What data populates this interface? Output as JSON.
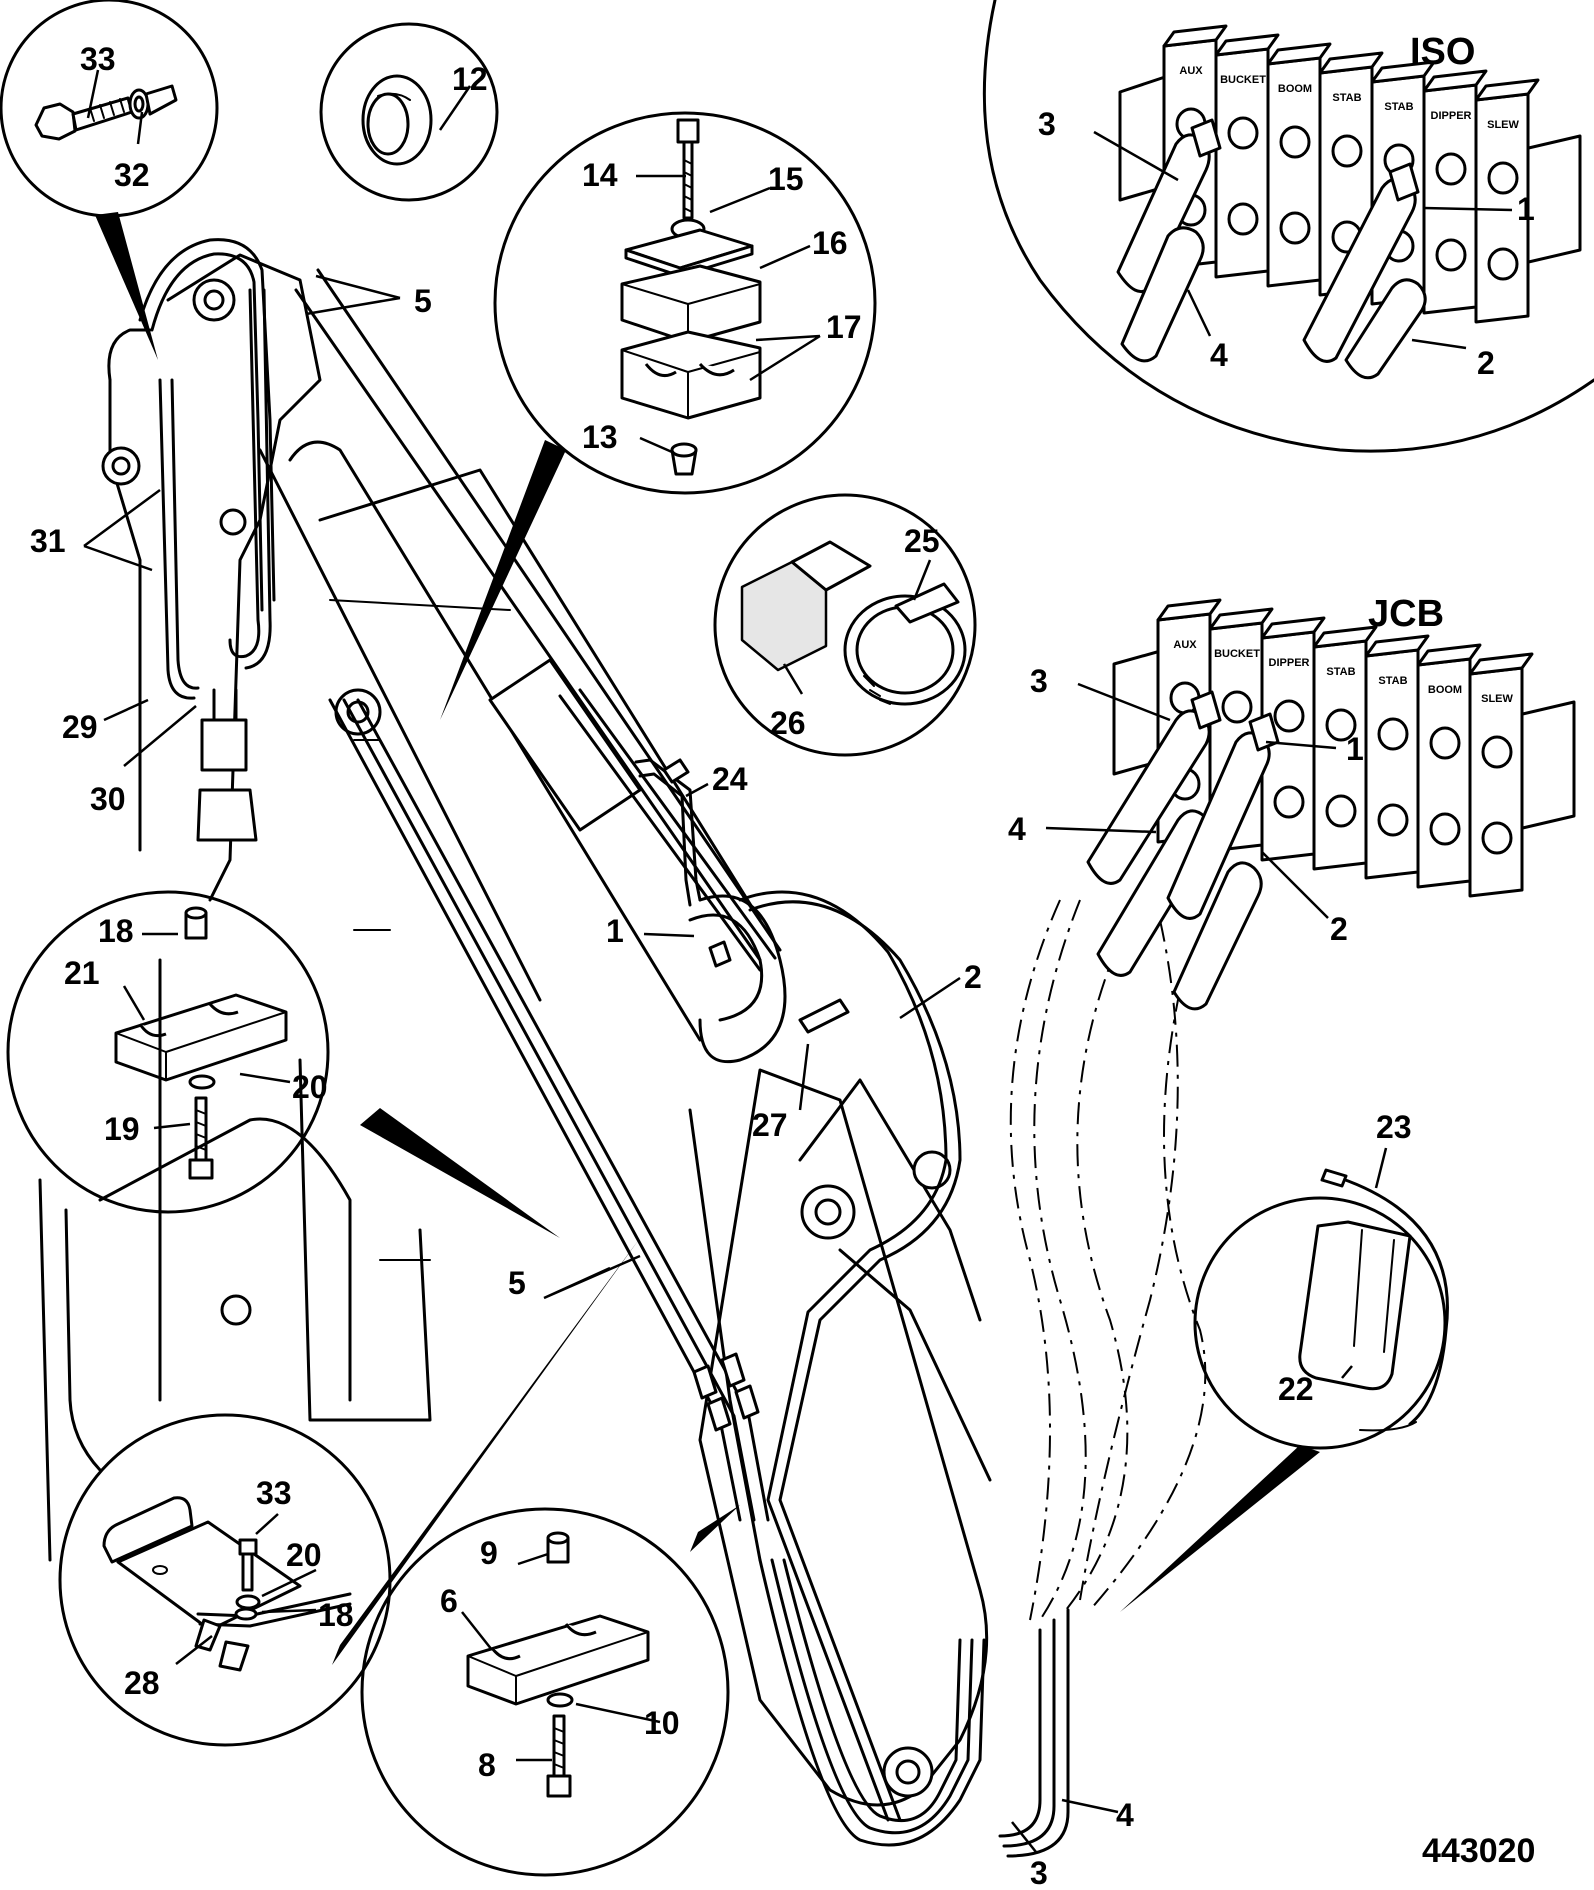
{
  "figure_number": "443020",
  "valve_banks": [
    {
      "title": "ISO",
      "sections": [
        "AUX",
        "BUCKET",
        "BOOM",
        "STAB",
        "STAB",
        "DIPPER",
        "SLEW"
      ]
    },
    {
      "title": "JCB",
      "sections": [
        "AUX",
        "BUCKET",
        "DIPPER",
        "STAB",
        "STAB",
        "BOOM",
        "SLEW"
      ]
    }
  ],
  "callouts": {
    "iso_3": "3",
    "iso_1": "1",
    "iso_4": "4",
    "iso_2": "2",
    "jcb_3": "3",
    "jcb_1": "1",
    "jcb_4": "4",
    "jcb_2": "2",
    "bolt_33": "33",
    "washer_32": "32",
    "grommet_12": "12",
    "clamp_14": "14",
    "clamp_15": "15",
    "clamp_16": "16",
    "clamp_17": "17",
    "clamp_13": "13",
    "hose_clip_25": "25",
    "hose_clip_26": "26",
    "boom_5_top": "5",
    "boom_31": "31",
    "boom_29": "29",
    "boom_30": "30",
    "boom_24": "24",
    "boom_1": "1",
    "boom_2": "2",
    "boom_27": "27",
    "boom_5_mid": "5",
    "clamp_18": "18",
    "clamp_21": "21",
    "clamp_20": "20",
    "clamp_19": "19",
    "tie_23": "23",
    "tie_22": "22",
    "bracket_33": "33",
    "bracket_20": "20",
    "bracket_18": "18",
    "bracket_28": "28",
    "clamp_9": "9",
    "clamp_6": "6",
    "clamp_10": "10",
    "clamp_8": "8",
    "dipper_4": "4",
    "dipper_3": "3"
  }
}
